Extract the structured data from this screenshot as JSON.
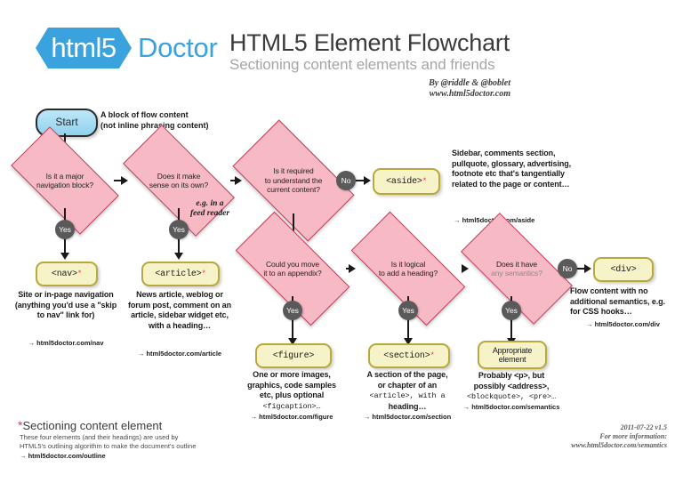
{
  "header": {
    "logo_badge": "html5",
    "logo_word": "Doctor",
    "title": "HTML5 Element Flowchart",
    "subtitle": "Sectioning content elements and friends",
    "byline_author": "By @riddle & @boblet",
    "byline_site": "www.html5doctor.com"
  },
  "flow": {
    "start_label": "Start",
    "start_note_line1": "A block of flow content",
    "start_note_line2": "(not inline phrasing content)",
    "feed_reader_note_line1": "e.g. in a",
    "feed_reader_note_line2": "feed reader",
    "yes_label": "Yes",
    "no_label": "No"
  },
  "decisions": [
    {
      "id": "major-nav",
      "line1": "Is it a major",
      "line2": "navigation block?",
      "line3": ""
    },
    {
      "id": "sense-own",
      "line1": "Does it make",
      "line2": "sense on its own?",
      "line3": ""
    },
    {
      "id": "required",
      "line1": "Is it required",
      "line2": "to understand the",
      "line3": "current content?"
    },
    {
      "id": "appendix",
      "line1": "Could you move",
      "line2": "it to an appendix?",
      "line3": ""
    },
    {
      "id": "heading",
      "line1": "Is it logical",
      "line2": "to add a heading?",
      "line3": ""
    },
    {
      "id": "semantics",
      "line1": "Does it have",
      "line2": "any semantics?",
      "line3": ""
    }
  ],
  "results": {
    "nav": {
      "tag": "<nav>",
      "starred": true,
      "description": "Site or in-page navigation (anything you'd use a \"skip to nav\" link for)",
      "link": "→ html5doctor.com/nav"
    },
    "article": {
      "tag": "<article>",
      "starred": true,
      "description": "News article, weblog or forum post, comment on an article, sidebar widget etc, with a heading…",
      "link": "→ html5doctor.com/article"
    },
    "aside": {
      "tag": "<aside>",
      "starred": true,
      "description": "Sidebar, comments section, pullquote, glossary, advertising, footnote etc that's tangentially related to the page or content…",
      "link": "→ html5doctor.com/aside"
    },
    "div": {
      "tag": "<div>",
      "starred": false,
      "description": "Flow content with no additional semantics, e.g. for CSS hooks…",
      "link": "→ html5doctor.com/div"
    },
    "figure": {
      "tag": "<figure>",
      "starred": false,
      "description_line1": "One or more images,",
      "description_line2": "graphics, code samples",
      "description_line3": "etc, plus optional",
      "description_line4": "<figcaption>…",
      "link": "→ html5doctor.com/figure"
    },
    "section": {
      "tag": "<section>",
      "starred": true,
      "description_line1": "A section of the page,",
      "description_line2": "or chapter of an",
      "description_line3": "<article>, with a",
      "description_line4": "heading…",
      "link": "→ html5doctor.com/section"
    },
    "appropriate": {
      "tag_line1": "Appropriate",
      "tag_line2": "element",
      "starred": false,
      "description_line1": "Probably <p>, but",
      "description_line2": "possibly <address>,",
      "description_line3": "<blockquote>, <pre>…",
      "link": "→ html5doctor.com/semantics"
    }
  },
  "footer": {
    "legend_star": "*",
    "legend_title": "Sectioning content element",
    "legend_body_line1": "These four elements (and their headings) are used by",
    "legend_body_line2": "HTML5's outlining algorithm to make the document's outline",
    "legend_link": "→ html5doctor.com/outline",
    "version": "2011-07-22 v1.5",
    "more_info": "For more information:",
    "more_info_url": "www.html5doctor.com/semantics"
  },
  "colors": {
    "brand_blue": "#3aa3dd",
    "decision_fill": "#f7b9c4",
    "decision_stroke": "#c0405e",
    "result_fill": "#f6f3c8",
    "result_stroke": "#b8a93a",
    "pill_fill": "#5a5a5a",
    "star_red": "#e0394f"
  }
}
